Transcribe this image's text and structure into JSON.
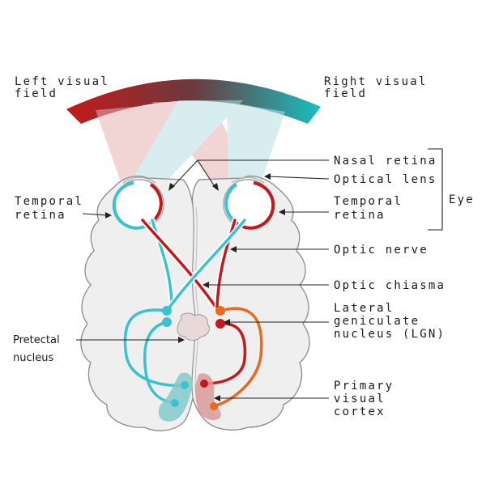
{
  "colors": {
    "left_pathway": "#3ac3cf",
    "right_pathway": "#c01a1a",
    "right_radiation": "#e86a1e",
    "left_field_red": "#c41a1a",
    "right_field_teal": "#19bfbf",
    "brain_fill": "#efefef",
    "brain_outline": "#8a8a8a",
    "cortex_teal": "#7fc7c7",
    "cortex_red": "#d99a98"
  },
  "labels": {
    "left_visual_field": [
      "Left visual",
      "field"
    ],
    "right_visual_field": [
      "Right visual",
      "field"
    ],
    "nasal_retina": "Nasal retina",
    "optical_lens": "Optical lens",
    "eye": "Eye",
    "temporal_retina_left": [
      "Temporal",
      "retina"
    ],
    "temporal_retina_right": [
      "Temporal",
      "retina"
    ],
    "optic_nerve": "Optic nerve",
    "optic_chiasma": "Optic chiasma",
    "lgn": [
      "Lateral",
      "geniculate",
      "nucleus (LGN)"
    ],
    "pretectal_nucleus": [
      "Pretectal",
      "nucleus"
    ],
    "primary_visual_cortex": [
      "Primary",
      "visual",
      "cortex"
    ]
  }
}
